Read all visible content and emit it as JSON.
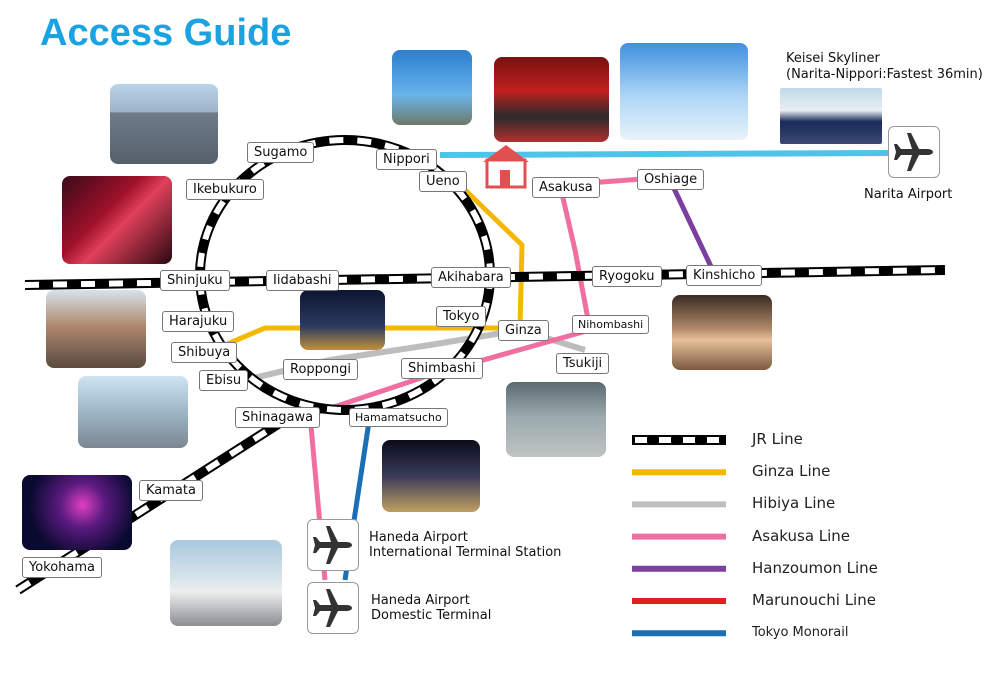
{
  "title": "Access Guide",
  "stations": {
    "sugamo": "Sugamo",
    "nippori": "Nippori",
    "ueno": "Ueno",
    "asakusa": "Asakusa",
    "oshiage": "Oshiage",
    "ikebukuro": "Ikebukuro",
    "shinjuku": "Shinjuku",
    "iidabashi": "Iidabashi",
    "akihabara": "Akihabara",
    "ryogoku": "Ryogoku",
    "kinshicho": "Kinshicho",
    "harajuku": "Harajuku",
    "tokyo": "Tokyo",
    "ginza": "Ginza",
    "nihombashi": "Nihombashi",
    "shibuya": "Shibuya",
    "roppongi": "Roppongi",
    "shimbashi": "Shimbashi",
    "tsukiji": "Tsukiji",
    "ebisu": "Ebisu",
    "shinagawa": "Shinagawa",
    "hamamatsucho": "Hamamatsucho",
    "kamata": "Kamata",
    "yokohama": "Yokohama"
  },
  "skyliner": {
    "line1": "Keisei Skyliner",
    "line2": "(Narita-Nippori:Fastest 36min)"
  },
  "narita_label": "Narita Airport",
  "haneda_intl": {
    "line1": "Haneda Airport",
    "line2": "International Terminal Station"
  },
  "haneda_dom": {
    "line1": "Haneda Airport",
    "line2": "Domestic Terminal"
  },
  "legend": [
    {
      "label": "JR Line",
      "color": "#000000",
      "style": "dashed"
    },
    {
      "label": "Ginza Line",
      "color": "#f5b800",
      "style": "solid"
    },
    {
      "label": "Hibiya Line",
      "color": "#bdbdbd",
      "style": "solid"
    },
    {
      "label": "Asakusa Line",
      "color": "#f06ea0",
      "style": "solid"
    },
    {
      "label": "Hanzoumon Line",
      "color": "#7b3fa0",
      "style": "solid"
    },
    {
      "label": "Marunouchi Line",
      "color": "#e02020",
      "style": "solid"
    },
    {
      "label": "Tokyo Monorail",
      "color": "#1a6fb5",
      "style": "solid"
    }
  ],
  "colors": {
    "title": "#1aa3e0",
    "skyliner": "#4fc3ea",
    "home": "#e05050"
  },
  "icons": [
    "airplane-icon",
    "home-icon"
  ]
}
